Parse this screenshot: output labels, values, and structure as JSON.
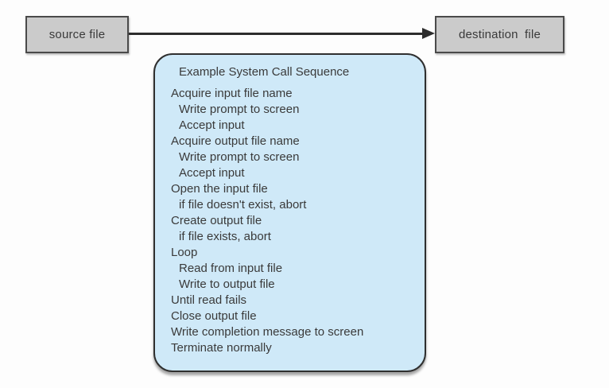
{
  "diagram": {
    "source_box": {
      "label": "source file"
    },
    "destination_box": {
      "label": "destination file"
    },
    "arrow": {
      "direction": "right",
      "from": "source file",
      "to": "destination file"
    },
    "sequence": {
      "title": "Example System Call Sequence",
      "lines": [
        {
          "text": "Acquire input file name",
          "indent": 0
        },
        {
          "text": "Write prompt to screen",
          "indent": 1
        },
        {
          "text": "Accept input",
          "indent": 1
        },
        {
          "text": "Acquire output file name",
          "indent": 0
        },
        {
          "text": "Write prompt to screen",
          "indent": 1
        },
        {
          "text": "Accept input",
          "indent": 1
        },
        {
          "text": "Open the input file",
          "indent": 0
        },
        {
          "text": "if file doesn't exist, abort",
          "indent": 1
        },
        {
          "text": "Create output file",
          "indent": 0
        },
        {
          "text": "if file exists, abort",
          "indent": 1
        },
        {
          "text": "Loop",
          "indent": 0
        },
        {
          "text": "Read from input file",
          "indent": 1
        },
        {
          "text": "Write to output file",
          "indent": 1
        },
        {
          "text": "Until read fails",
          "indent": 0
        },
        {
          "text": "Close output file",
          "indent": 0
        },
        {
          "text": "Write completion message to screen",
          "indent": 0
        },
        {
          "text": "Terminate normally",
          "indent": 0
        }
      ]
    },
    "colors": {
      "file_box_fill": "#cbcbcb",
      "file_box_border": "#4a4a4a",
      "sequence_box_fill": "#cfe9f8",
      "sequence_box_border": "#2f2f2f",
      "arrow": "#2d2d2d",
      "text": "#3a3a3a",
      "background": "#fdfdfd"
    }
  }
}
